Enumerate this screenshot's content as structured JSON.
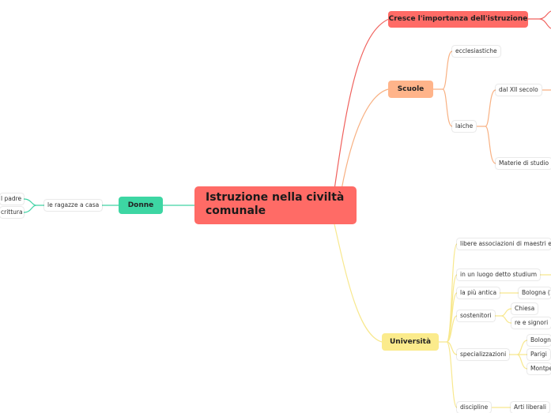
{
  "colors": {
    "root": "#ff6b66",
    "red_branch": "#ff6b66",
    "orange_branch": "#ffb48a",
    "yellow_branch": "#fbeb8c",
    "green_branch": "#3dd6a3",
    "red_line": "#f0615d",
    "orange_line": "#f8b183",
    "yellow_line": "#f8e88e",
    "green_line": "#41d3a5"
  },
  "root": {
    "label": "Istruzione nella civiltà comunale"
  },
  "branches": {
    "cresce": {
      "label": "Cresce l'importanza dell'istruzione"
    },
    "scuole": {
      "label": "Scuole",
      "ecclesiastiche": "ecclesiastiche",
      "laiche": "laiche",
      "dal_xii": "dal XII secolo",
      "materie": "Materie di studio"
    },
    "universita": {
      "label": "Università",
      "libere": "libere associazioni di maestri e s",
      "studium": "in un luogo detto studium",
      "piu_antica": "la più antica",
      "bologna_1": "Bologna (1",
      "sostenitori": "sostenitori",
      "chiesa": "Chiesa",
      "re_signori": "re e signori",
      "specializzazioni": "specializzazioni",
      "bologna_2": "Bologn",
      "parigi": "Parigi",
      "montpellier": "Montpe",
      "discipline": "discipline",
      "arti_liberali": "Arti liberali"
    },
    "donne": {
      "label": "Donne",
      "ragazze": "le ragazze a casa",
      "padre": "l padre",
      "scrittura": "crittura"
    }
  }
}
